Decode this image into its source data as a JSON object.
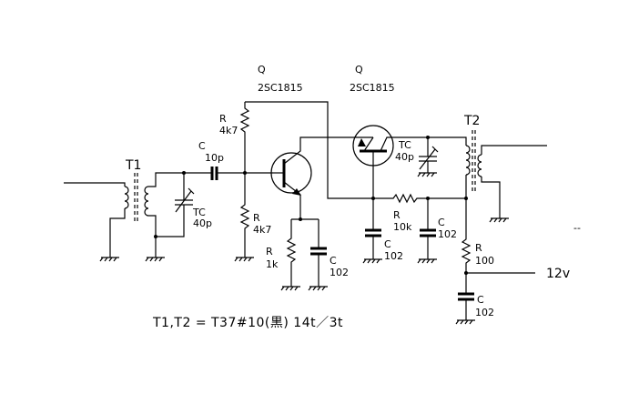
{
  "q1": {
    "ref": "Q",
    "part": "2SC1815"
  },
  "q2": {
    "ref": "Q",
    "part": "2SC1815"
  },
  "t1": {
    "ref": "T1"
  },
  "t2": {
    "ref": "T2"
  },
  "tc1": {
    "ref": "TC",
    "value": "40p"
  },
  "tc2": {
    "ref": "TC",
    "value": "40p"
  },
  "c_coupling": {
    "ref": "C",
    "value": "10p"
  },
  "r_top": {
    "ref": "R",
    "value": "4k7"
  },
  "r_bottom": {
    "ref": "R",
    "value": "4k7"
  },
  "r_emitter": {
    "ref": "R",
    "value": "1k"
  },
  "c_emitter": {
    "ref": "C",
    "value": "102"
  },
  "c_q2_emitter": {
    "ref": "C",
    "value": "102"
  },
  "r_feed": {
    "ref": "R",
    "value": "10k"
  },
  "c_feed": {
    "ref": "C",
    "value": "102"
  },
  "r_supply": {
    "ref": "R",
    "value": "100"
  },
  "c_supply": {
    "ref": "C",
    "value": "102"
  },
  "supply": {
    "label": "12v"
  },
  "stray_mark": "--",
  "note": "T1,T2 = T37#10(黒) 14t／3t"
}
